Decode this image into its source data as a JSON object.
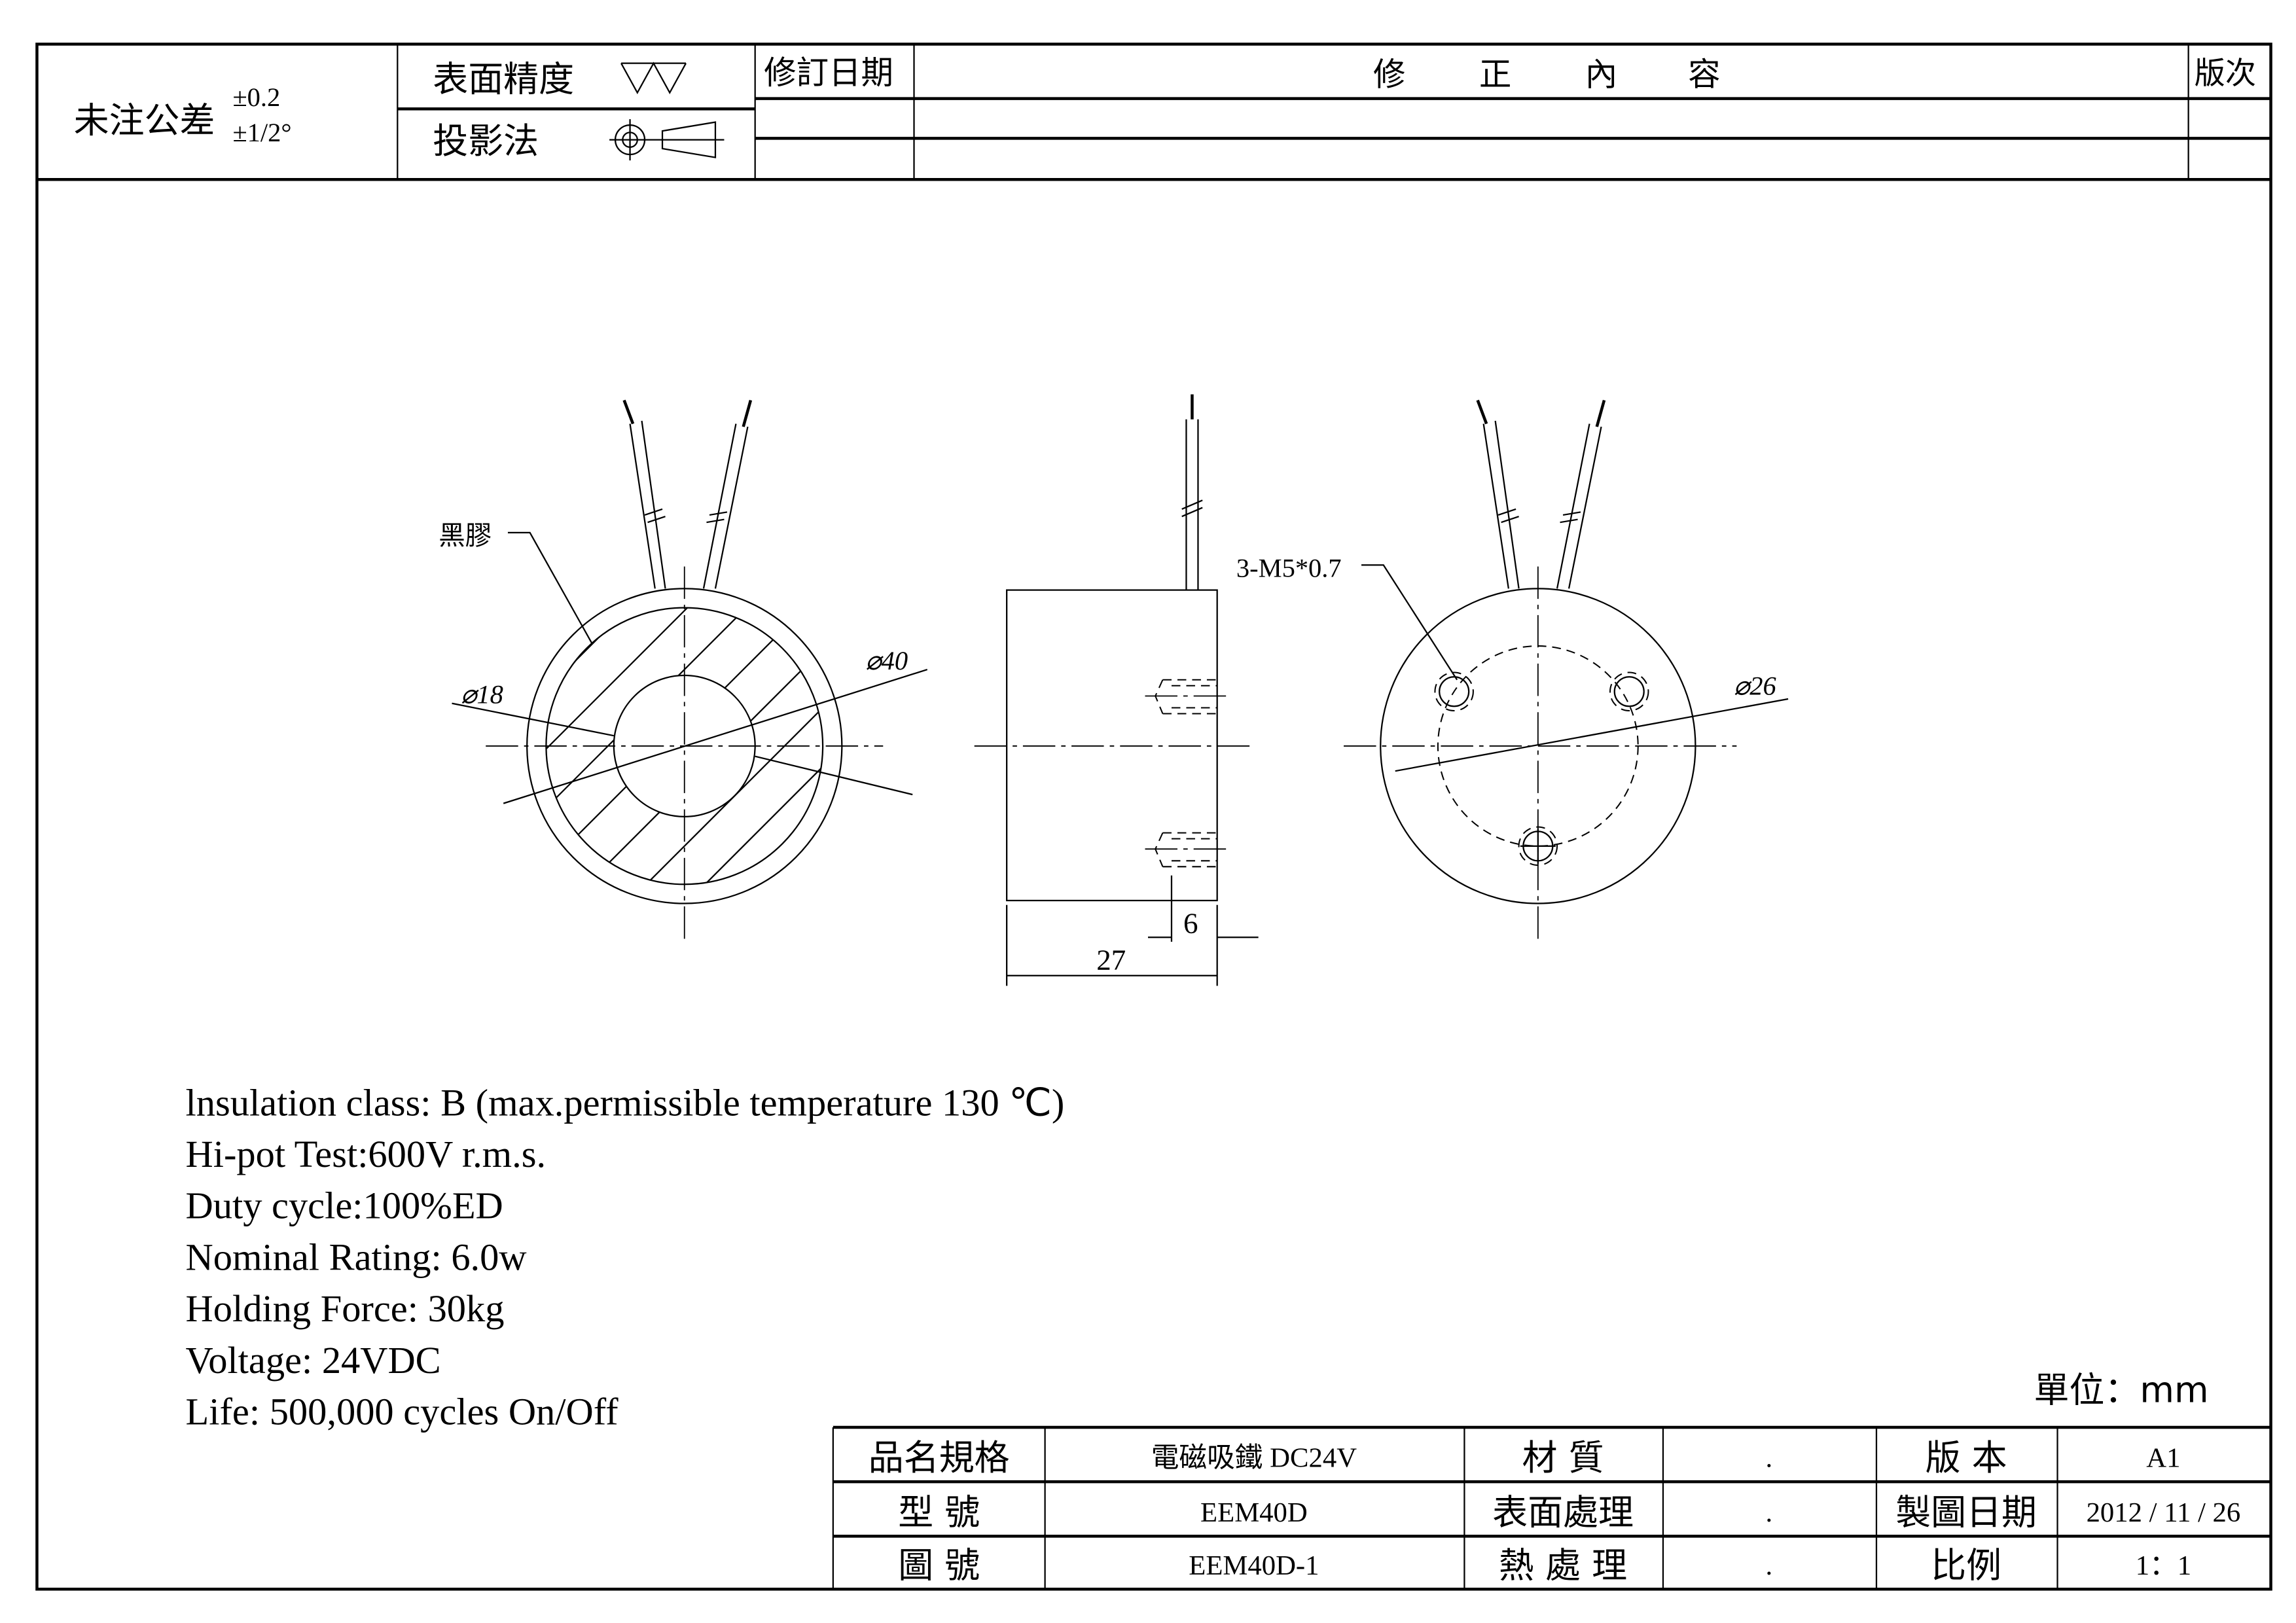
{
  "header": {
    "tolerance_label": "未注公差",
    "tolerance_linear": "±0.2",
    "tolerance_angular": "±1/2°",
    "surface_finish_label": "表面精度",
    "surface_finish_symbol": "▽▽",
    "projection_label": "投影法",
    "revision_date_label": "修訂日期",
    "revision_content_label": [
      "修",
      "正",
      "內",
      "容"
    ],
    "version_label": "版次"
  },
  "drawing": {
    "left_view": {
      "callout": "黑膠",
      "dia_inner": "⌀18",
      "dia_outer": "⌀40"
    },
    "side_view": {
      "dim_length": "27",
      "dim_thread_depth": "6"
    },
    "right_view": {
      "callout": "3-M5*0.7",
      "dia_bolt_circle": "⌀26"
    }
  },
  "specs": [
    "lnsulation class: B (max.permissible temperature 130 ℃)",
    "Hi-pot Test:600V r.m.s.",
    "Duty cycle:100%ED",
    "Nominal Rating: 6.0w",
    "Holding Force: 30kg",
    "Voltage: 24VDC",
    "Life: 500,000 cycles On/Off"
  ],
  "unit": "單位：mm",
  "title_block": {
    "rows": [
      [
        "品名規格",
        "電磁吸鐵 DC24V",
        "材 質",
        ".",
        "版 本",
        "A1"
      ],
      [
        "型 號",
        "EEM40D",
        "表面處理",
        ".",
        "製圖日期",
        "2012 / 11 / 26"
      ],
      [
        "圖 號",
        "EEM40D-1",
        "熱 處 理",
        ".",
        "比例",
        "1：1"
      ]
    ]
  }
}
